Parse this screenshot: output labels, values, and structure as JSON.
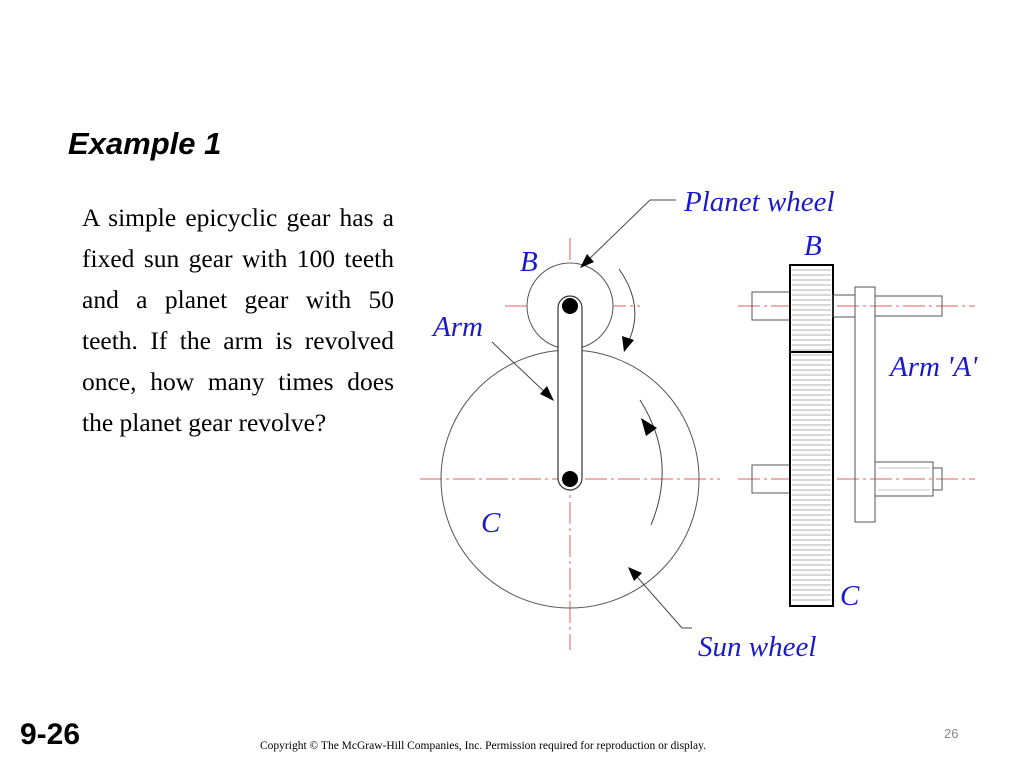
{
  "slide": {
    "title": "Example 1",
    "problem": "A simple epicyclic gear has a fixed sun gear with 100 teeth and a planet gear with 50 teeth. If the arm is revolved once, how many times does the planet gear revolve?",
    "slide_number": "9-26",
    "page_number": "26",
    "copyright": "Copyright © The McGraw-Hill Companies, Inc. Permission required for reproduction or display."
  },
  "diagram": {
    "labels": {
      "planet_wheel": "Planet wheel",
      "b_front": "B",
      "b_side": "B",
      "arm": "Arm",
      "arm_a": "Arm 'A'",
      "c_front": "C",
      "c_side": "C",
      "sun_wheel": "Sun wheel"
    },
    "colors": {
      "label": "#1a1acc",
      "centerline": "#e06060",
      "outline": "#000000"
    }
  }
}
